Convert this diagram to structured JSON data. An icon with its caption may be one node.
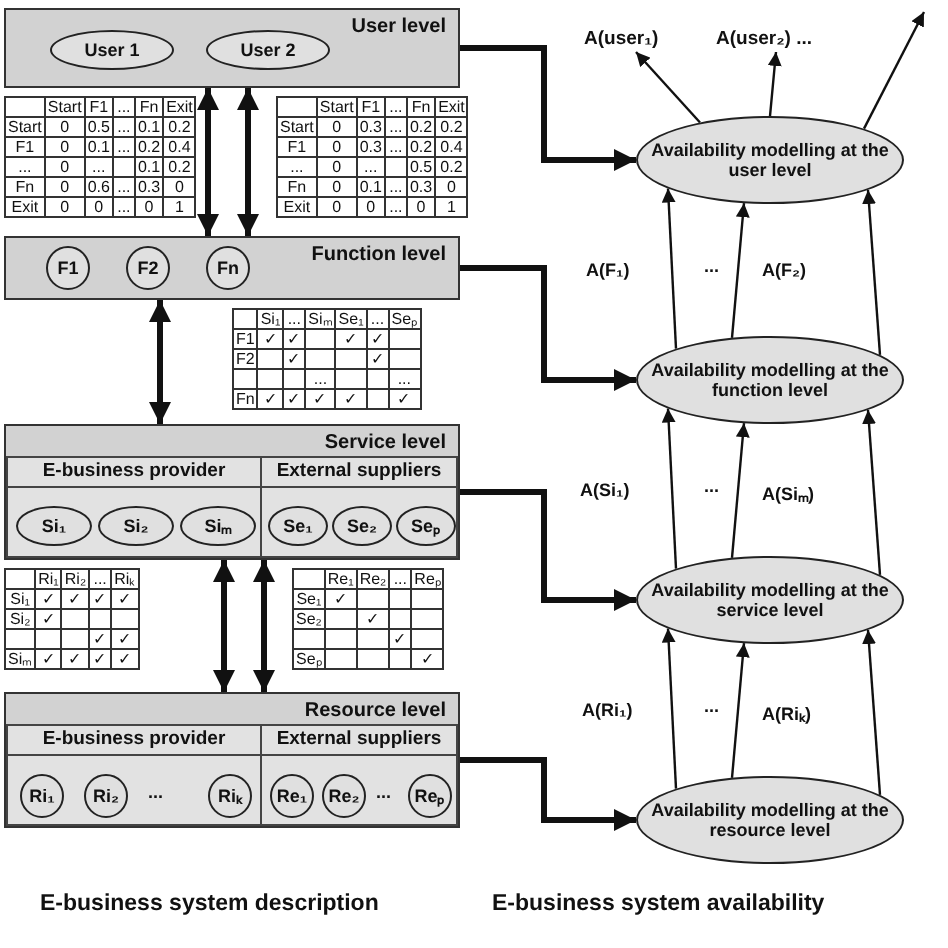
{
  "diagram": {
    "nodes": [
      {
        "text": [
          "User level"
        ]
      },
      {
        "text": [
          "User 1"
        ],
        "in": 0
      },
      {
        "text": [
          "User 2"
        ],
        "in": 0
      },
      {
        "text": [
          "Function level"
        ]
      },
      {
        "text": [
          "F1"
        ],
        "in": 3
      },
      {
        "text": [
          "F2"
        ],
        "in": 3
      },
      {
        "text": [
          "Fn"
        ],
        "in": 3
      },
      {
        "text": [
          "Service level"
        ]
      },
      {
        "text": [
          "E-business provider"
        ],
        "in": 7
      },
      {
        "text": [
          "Si₁"
        ],
        "in": 8
      },
      {
        "text": [
          "Si₂"
        ],
        "in": 8
      },
      {
        "text": [
          "Siₘ"
        ],
        "in": 8
      },
      {
        "text": [
          "External suppliers"
        ],
        "in": 7
      },
      {
        "text": [
          "Se₁"
        ],
        "in": 12
      },
      {
        "text": [
          "Se₂"
        ],
        "in": 12
      },
      {
        "text": [
          "Seₚ"
        ],
        "in": 12
      },
      {
        "text": [
          "Resource level"
        ]
      },
      {
        "text": [
          "E-business provider"
        ],
        "in": 16
      },
      {
        "text": [
          "Ri₁"
        ],
        "in": 17
      },
      {
        "text": [
          "Ri₂"
        ],
        "in": 17
      },
      {
        "text": [
          "Riₖ"
        ],
        "in": 17
      },
      {
        "text": [
          "External suppliers"
        ],
        "in": 16
      },
      {
        "text": [
          "Re₁"
        ],
        "in": 21
      },
      {
        "text": [
          "Re₂"
        ],
        "in": 21
      },
      {
        "text": [
          "Reₚ"
        ],
        "in": 21
      },
      {
        "text": [
          "Availability modelling at the user level"
        ]
      },
      {
        "text": [
          "Availability modelling at the function level"
        ]
      },
      {
        "text": [
          "Availability modelling at the service level"
        ]
      },
      {
        "text": [
          "Availability modelling at the resource level"
        ]
      },
      {
        "text": [
          "A(user₁)"
        ]
      },
      {
        "text": [
          "A(user₂) ..."
        ]
      }
    ],
    "edges": [
      {
        "from": 0,
        "to": 3,
        "arrow": "both",
        "style": "thick"
      },
      {
        "from": 0,
        "to": 3,
        "arrow": "both",
        "style": "thick"
      },
      {
        "from": 3,
        "to": 7,
        "arrow": "both",
        "style": "thick"
      },
      {
        "from": 7,
        "to": 16,
        "arrow": "both",
        "style": "thick"
      },
      {
        "from": 7,
        "to": 16,
        "arrow": "both",
        "style": "thick"
      },
      {
        "from": 0,
        "to": 25,
        "arrow": "to",
        "style": "thick"
      },
      {
        "from": 3,
        "to": 26,
        "arrow": "to",
        "style": "thick"
      },
      {
        "from": 7,
        "to": 27,
        "arrow": "to",
        "style": "thick"
      },
      {
        "from": 16,
        "to": 28,
        "arrow": "to",
        "style": "thick"
      },
      {
        "from": 28,
        "to": 27,
        "arrow": "to",
        "label": "A(Ri₁)"
      },
      {
        "from": 28,
        "to": 27,
        "arrow": "to",
        "label": "A(Riₖ)"
      },
      {
        "from": 28,
        "to": 27,
        "arrow": "to"
      },
      {
        "from": 27,
        "to": 26,
        "arrow": "to",
        "label": "A(Si₁)"
      },
      {
        "from": 27,
        "to": 26,
        "arrow": "to",
        "label": "A(Siₘ)"
      },
      {
        "from": 27,
        "to": 26,
        "arrow": "to"
      },
      {
        "from": 26,
        "to": 25,
        "arrow": "to",
        "label": "A(F₁)"
      },
      {
        "from": 26,
        "to": 25,
        "arrow": "to",
        "label": "A(F₂)"
      },
      {
        "from": 26,
        "to": 25,
        "arrow": "to"
      },
      {
        "from": 25,
        "to": 29,
        "arrow": "to"
      },
      {
        "from": 25,
        "to": 30,
        "arrow": "to"
      },
      {
        "from": 25,
        "to": null,
        "arrow": "to"
      }
    ],
    "labels": [
      "Start",
      "F1",
      "...",
      "Fn",
      "Exit",
      "Start",
      "0",
      "0.5",
      "...",
      "0.1",
      "0.2",
      "F1",
      "0",
      "0.1",
      "...",
      "0.2",
      "0.4",
      "...",
      "0",
      "...",
      "0.1",
      "0.2",
      "Fn",
      "0",
      "0.6",
      "...",
      "0.3",
      "0",
      "Exit",
      "0",
      "0",
      "...",
      "0",
      "1",
      "Start",
      "F1",
      "...",
      "Fn",
      "Exit",
      "Start",
      "0",
      "0.3",
      "...",
      "0.2",
      "0.2",
      "F1",
      "0",
      "0.3",
      "...",
      "0.2",
      "0.4",
      "...",
      "0",
      "...",
      "0.5",
      "0.2",
      "Fn",
      "0",
      "0.1",
      "...",
      "0.3",
      "0",
      "Exit",
      "0",
      "0",
      "...",
      "0",
      "1",
      "Si₁",
      "...",
      "Siₘ",
      "Se₁",
      "...",
      "Seₚ",
      "F1",
      "✓",
      "✓",
      "✓",
      "✓",
      "F2",
      "✓",
      "✓",
      "...",
      "...",
      "Fn",
      "✓",
      "✓",
      "✓",
      "✓",
      "✓",
      "Ri₁",
      "Ri₂",
      "...",
      "Riₖ",
      "Si₁",
      "✓",
      "✓",
      "✓",
      "✓",
      "Si₂",
      "✓",
      "✓",
      "✓",
      "Siₘ",
      "✓",
      "✓",
      "✓",
      "✓",
      "Re₁",
      "Re₂",
      "...",
      "Reₚ",
      "Se₁",
      "✓",
      "Se₂",
      "✓",
      "✓",
      "Seₚ",
      "✓",
      "...",
      "...",
      "...",
      "...",
      "...",
      "E-business system description",
      "E-business system availability"
    ]
  }
}
